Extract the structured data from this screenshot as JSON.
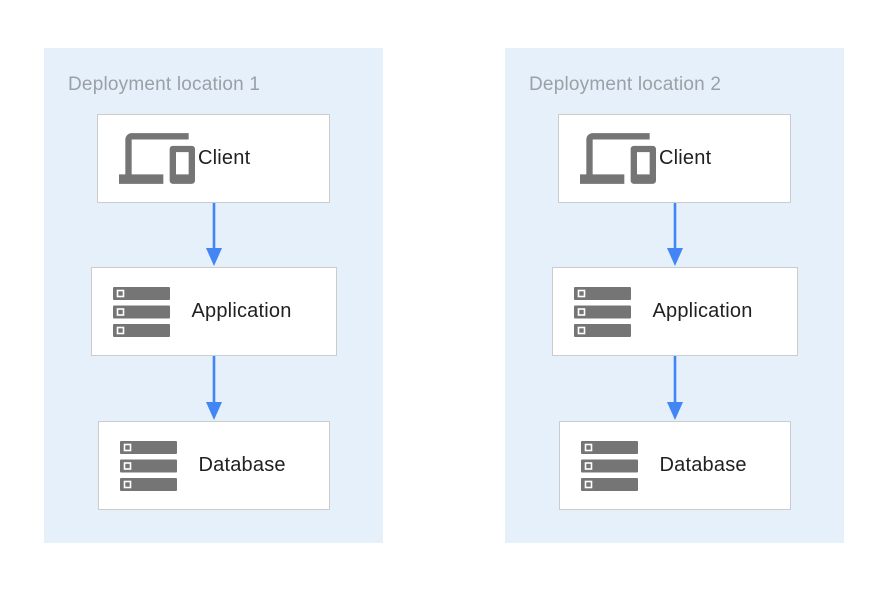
{
  "colors": {
    "zone_bg": "#E5F0FB",
    "zone_title": "#9AA0A6",
    "node_bg": "#FFFFFF",
    "node_border": "#CCCCCC",
    "node_label": "#212121",
    "icon_gray": "#757575",
    "arrow_blue": "#4285F4"
  },
  "zones": [
    {
      "title": "Deployment location 1",
      "nodes": [
        {
          "label": "Client",
          "icon": "devices-icon"
        },
        {
          "label": "Application",
          "icon": "server-icon"
        },
        {
          "label": "Database",
          "icon": "server-icon"
        }
      ]
    },
    {
      "title": "Deployment location 2",
      "nodes": [
        {
          "label": "Client",
          "icon": "devices-icon"
        },
        {
          "label": "Application",
          "icon": "server-icon"
        },
        {
          "label": "Database",
          "icon": "server-icon"
        }
      ]
    }
  ]
}
